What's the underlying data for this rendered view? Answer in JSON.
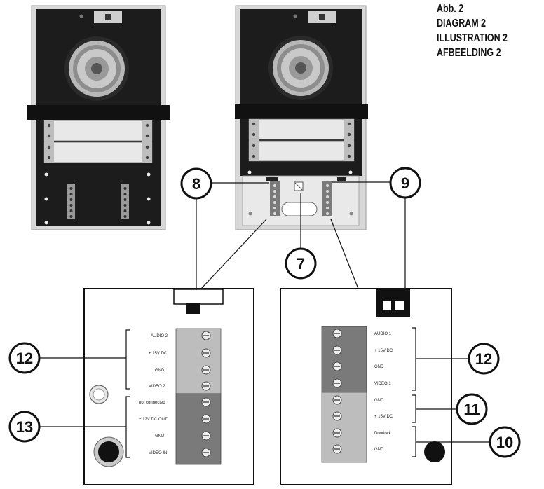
{
  "caption": [
    "Abb. 2",
    "DIAGRAM 2",
    "ILLUSTRATION 2",
    "AFBEELDING 2"
  ],
  "callouts": {
    "c7": "7",
    "c8": "8",
    "c9": "9",
    "c10": "10",
    "c11": "11",
    "c12_left": "12",
    "c12_right": "12",
    "c13": "13"
  },
  "left_terminal_labels": [
    "AUDIO 2",
    "+ 15V DC",
    "GND",
    "VIDEO 2",
    "not connected",
    "+ 12V DC OUT",
    "GND",
    "VIDEO IN"
  ],
  "right_terminal_labels": [
    "AUDIO 1",
    "+ 15V DC",
    "GND",
    "VIDEO 1",
    "GND",
    "+ 15V DC",
    "Doorlock",
    "GND"
  ],
  "colors": {
    "panel": "#1c1c1c",
    "frame": "#d4d4d4",
    "terminal_light": "#bdbdbd",
    "terminal_dark": "#7a7a7a"
  }
}
